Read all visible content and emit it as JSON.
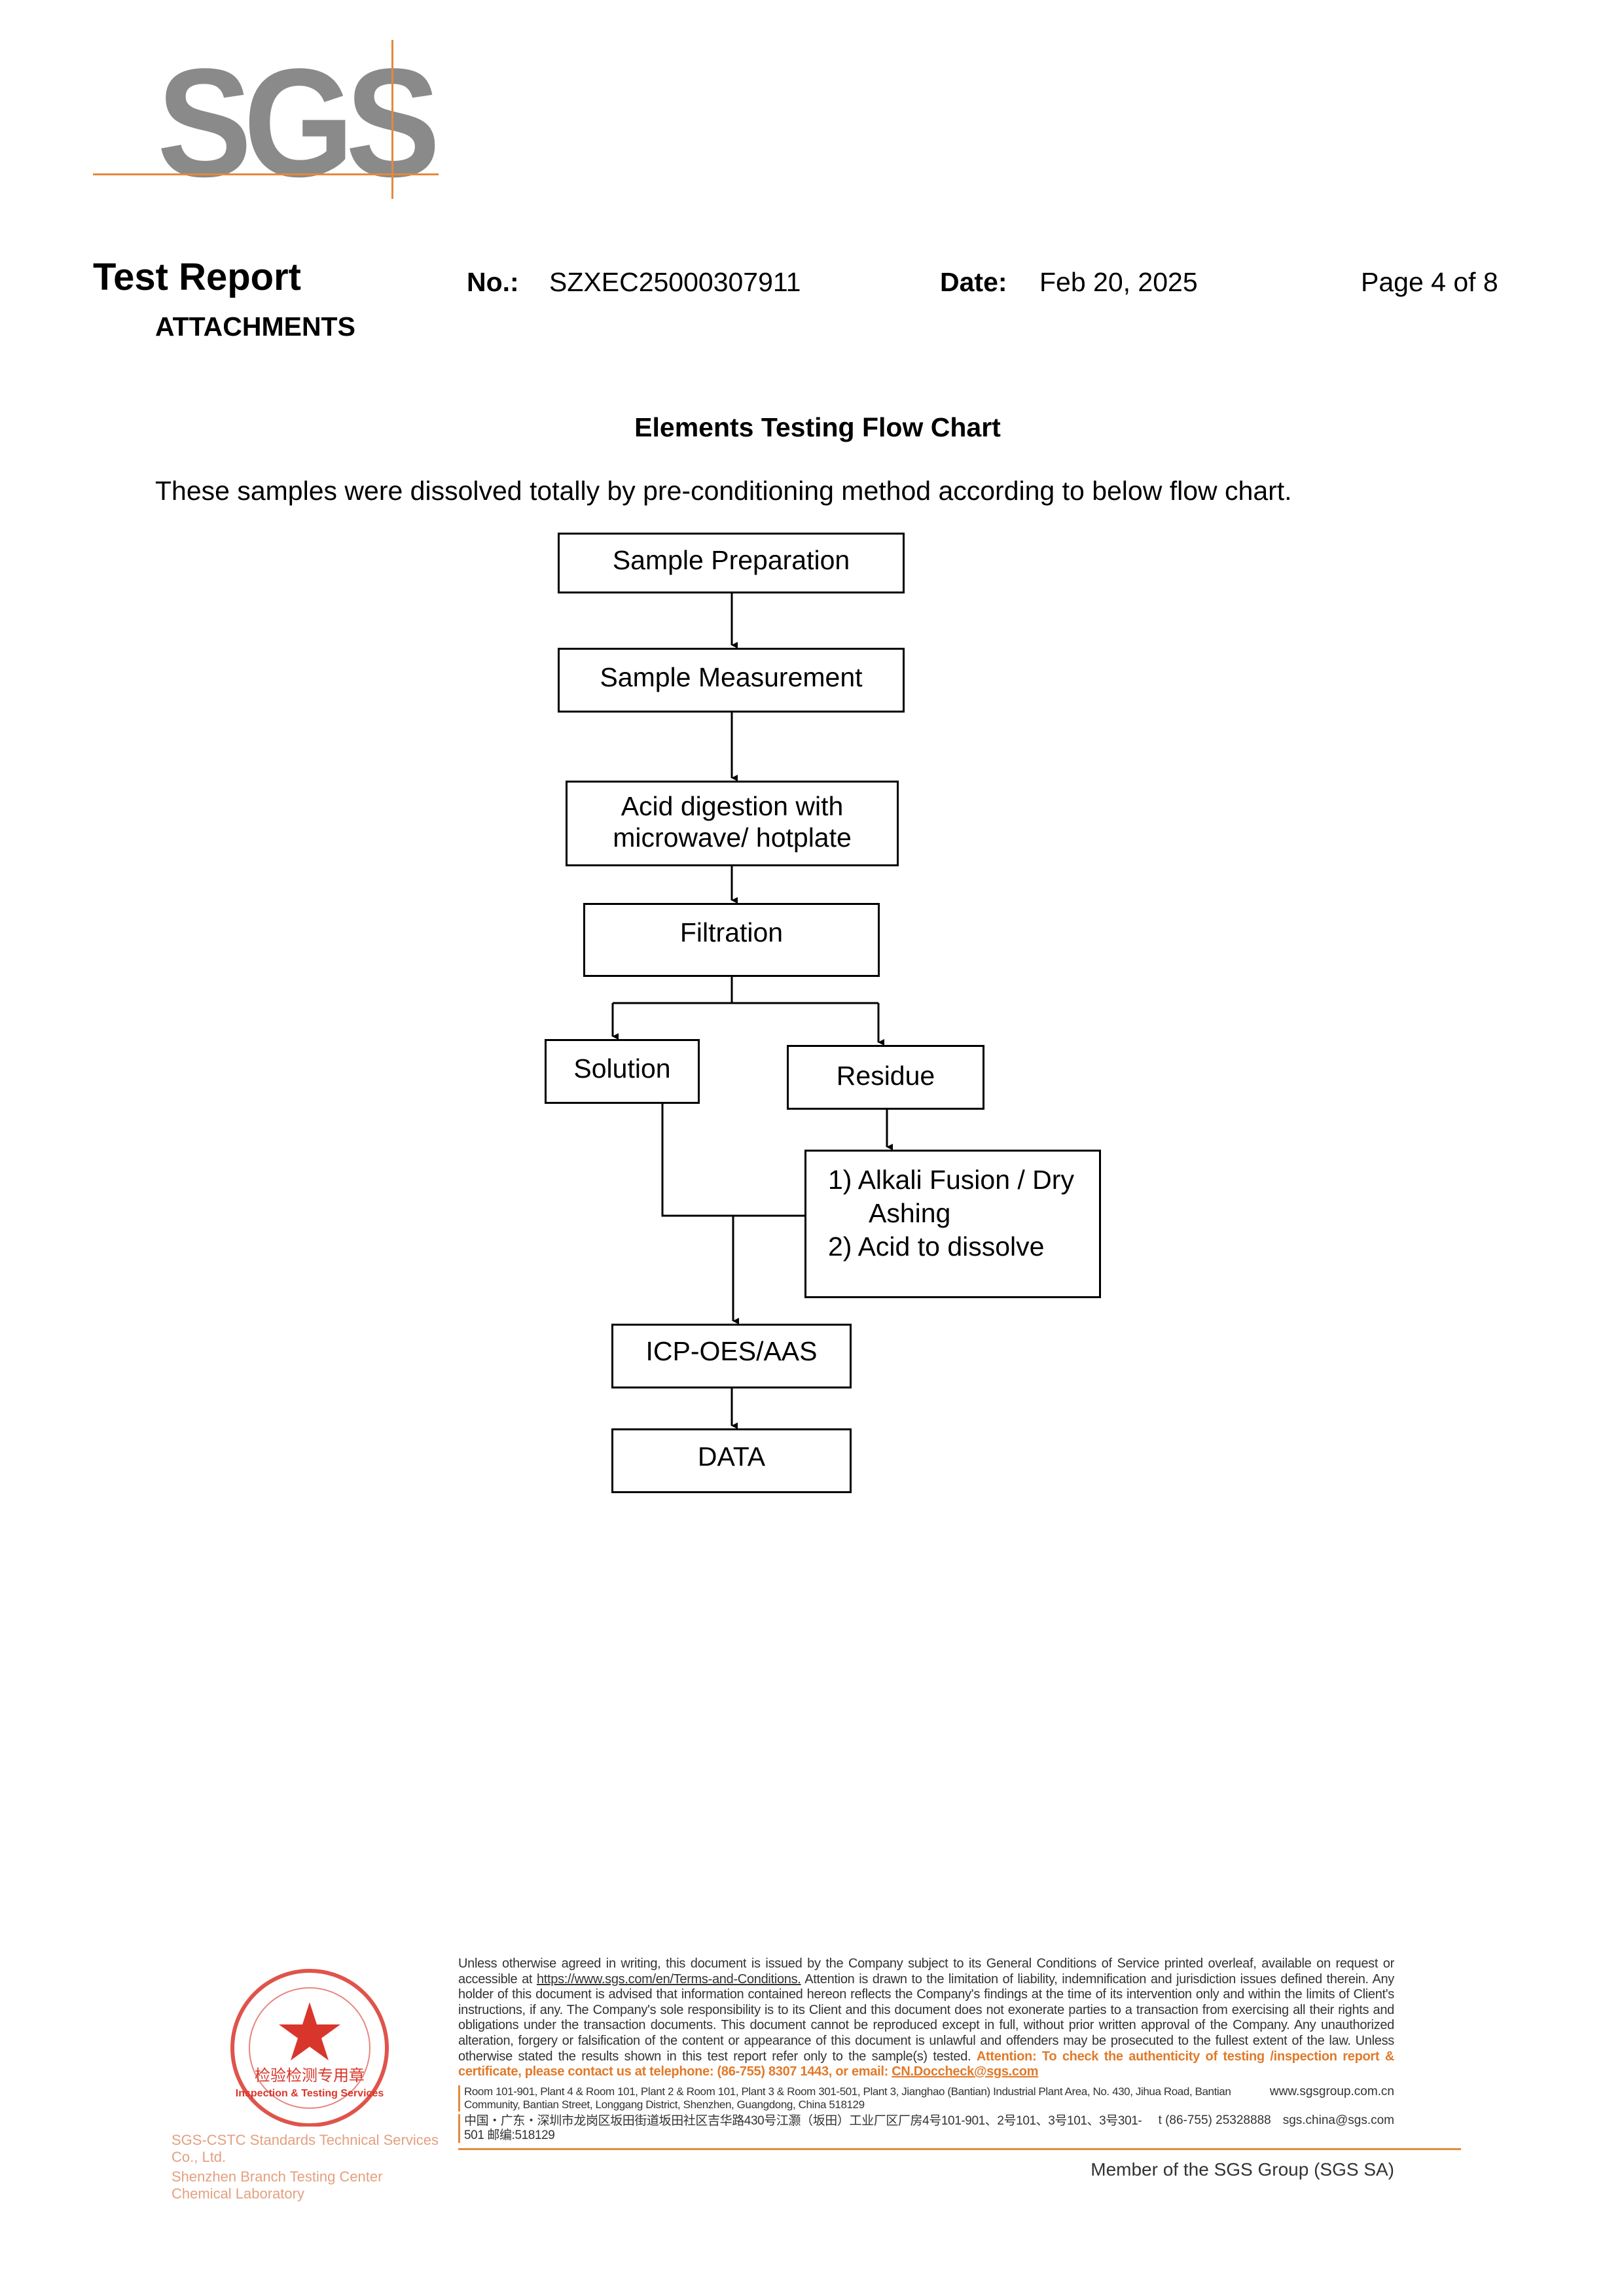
{
  "logo": {
    "text": "SGS"
  },
  "header": {
    "title": "Test Report",
    "subtitle": "ATTACHMENTS",
    "no_label": "No.:",
    "no_value": "SZXEC25000307911",
    "date_label": "Date:",
    "date_value": "Feb 20, 2025",
    "page": "Page 4 of 8"
  },
  "main": {
    "title": "Elements Testing Flow Chart",
    "intro": "These samples were dissolved totally by pre-conditioning method according to below flow chart.",
    "flow": {
      "sample_preparation": "Sample Preparation",
      "sample_measurement": "Sample Measurement",
      "acid_digestion_1": "Acid digestion with",
      "acid_digestion_2": "microwave/ hotplate",
      "filtration": "Filtration",
      "solution": "Solution",
      "residue": "Residue",
      "alkali_1": "1) Alkali Fusion / Dry",
      "alkali_2": "Ashing",
      "alkali_3": "2) Acid to dissolve",
      "icp": "ICP-OES/AAS",
      "data": "DATA"
    }
  },
  "footer": {
    "disclaimer_1": "Unless otherwise agreed in writing, this document is issued by the Company subject to its General Conditions of Service printed overleaf, available on request or accessible at",
    "terms_link": "https://www.sgs.com/en/Terms-and-Conditions.",
    "disclaimer_2": "Attention is drawn to the limitation of liability, indemnification and jurisdiction issues defined therein. Any holder of this document is advised that information contained hereon reflects the Company's findings at the time of its intervention only and within the limits of Client's instructions, if any. The Company's sole responsibility is to its Client and this document does not exonerate parties to a transaction from exercising all their rights and obligations under the transaction documents. This document cannot be reproduced except in full, without prior written approval of the Company. Any unauthorized alteration, forgery or falsification of the content or appearance of this document is unlawful and offenders may be prosecuted to the fullest extent of the law. Unless otherwise stated the results shown in this test report refer only to the sample(s) tested.",
    "attention": "Attention: To check the authenticity of testing /inspection report & certificate, please contact us at telephone: (86-755) 8307 1443, or email:",
    "attention_email": "CN.Doccheck@sgs.com",
    "address_en": "Room 101-901, Plant 4 & Room 101, Plant 2 & Room 101, Plant 3 & Room 301-501, Plant 3, Jianghao (Bantian) Industrial Plant Area, No. 430, Jihua Road, Bantian Community, Bantian Street, Longgang District, Shenzhen, Guangdong, China 518129",
    "website": "www.sgsgroup.com.cn",
    "address_cn": "中国・广东・深圳市龙岗区坂田街道坂田社区吉华路430号江灏（坂田）工业厂区厂房4号101-901、2号101、3号101、3号301-501 邮编:518129",
    "phone": "t (86-755) 25328888",
    "email": "sgs.china@sgs.com",
    "member": "Member of the SGS Group (SGS SA)",
    "stamp_company_1": "SGS-CSTC Standards Technical Services Co., Ltd.",
    "stamp_company_2": "Shenzhen Branch Testing Center Chemical Laboratory",
    "stamp_text": "检验检测专用章",
    "stamp_subtext": "Inspection & Testing Services"
  },
  "colors": {
    "accent": "#e38a3c",
    "logo_gray": "#8a8a8a",
    "stamp_red": "#d9362b"
  }
}
